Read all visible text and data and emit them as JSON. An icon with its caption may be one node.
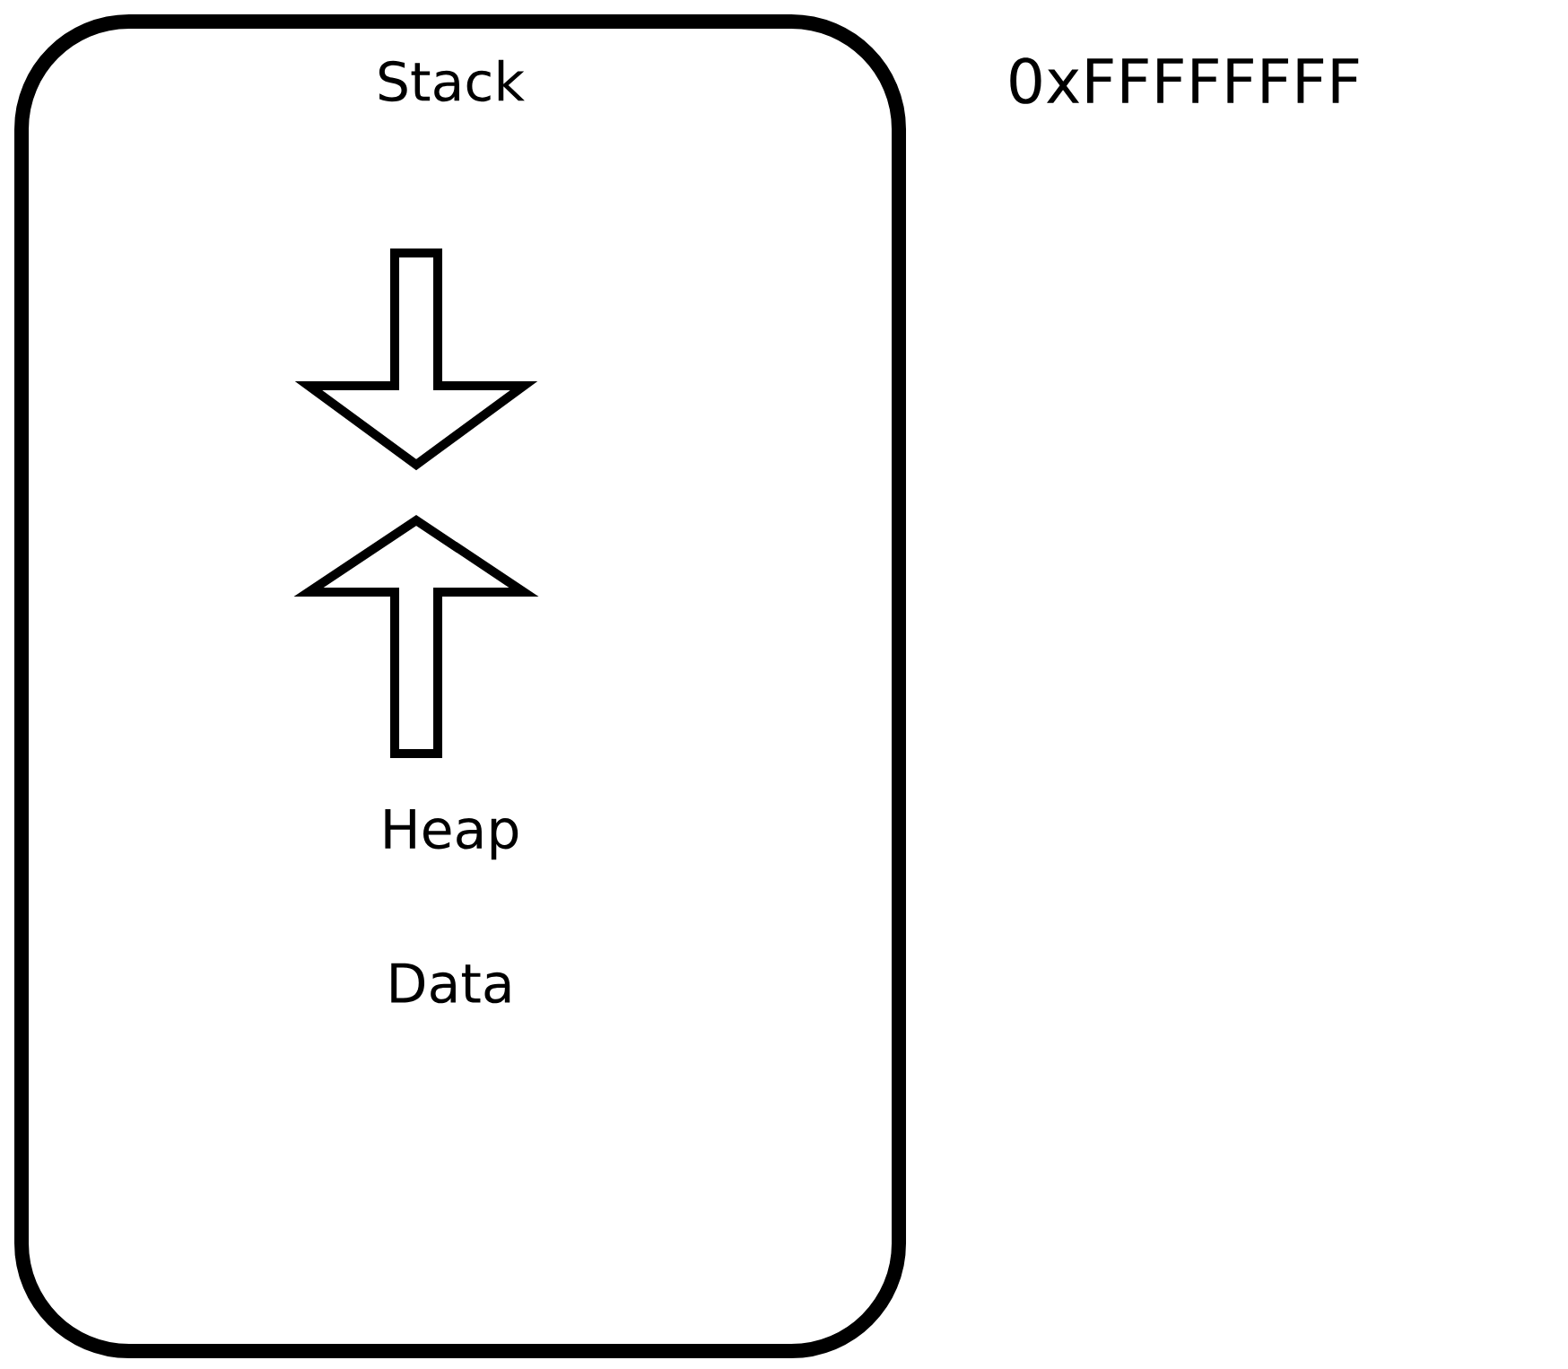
{
  "diagram": {
    "nodes": [
      {
        "text": [
          "Stack",
          "Heap",
          "Data"
        ]
      }
    ],
    "labels": [
      "0xFFFFFFFF"
    ]
  }
}
